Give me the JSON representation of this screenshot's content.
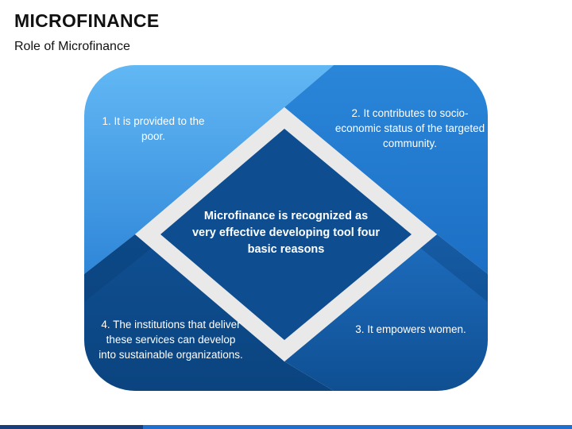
{
  "header": {
    "title": "MICROFINANCE",
    "subtitle": "Role of Microfinance"
  },
  "diagram": {
    "center": "Microfinance is recognized as very effective developing tool four basic reasons",
    "quadrants": [
      {
        "label": "1. It is provided to the poor.",
        "position": "top-left"
      },
      {
        "label": "2. It contributes to socio-economic status of the targeted community.",
        "position": "top-right"
      },
      {
        "label": "3. It empowers women.",
        "position": "bottom-right"
      },
      {
        "label": "4. The institutions that deliver these services can develop into sustainable organizations.",
        "position": "bottom-left"
      }
    ]
  },
  "colors": {
    "top_light": "#52acf0",
    "top_mid": "#2a86d9",
    "bottom_dark": "#0f4f92",
    "bottom_mid": "#1a66b8",
    "center": "#0d4d90",
    "frame": "#e6e6e6",
    "accent_bar_dark": "#1a3d7c",
    "accent_bar_light": "#1f6fd1"
  }
}
